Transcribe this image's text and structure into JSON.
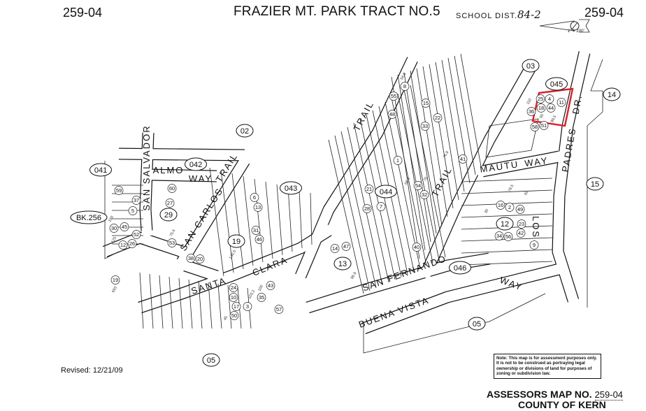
{
  "header": {
    "map_no_left": "259-04",
    "title": "FRAZIER MT. PARK TRACT NO.5",
    "school_label": "SCHOOL DIST.",
    "school_value": "84-2",
    "map_no_right": "259-04",
    "scale": "1\" = 100'",
    "north_arrow_icon": "north-arrow-icon"
  },
  "streets": [
    "TRAIL",
    "SANTA",
    "CLARA",
    "SAN FERNANDO",
    "BUENA VISTA",
    "WAY",
    "TRAIL",
    "MAUTU",
    "WAY",
    "LOS",
    "PADRES",
    "DR.",
    "SAN CARLOS",
    "TRAIL",
    "SAN SALVADOR",
    "ALMO",
    "WAY"
  ],
  "blocks": [
    "02",
    "03",
    "05",
    "05",
    "14",
    "15",
    "041",
    "042",
    "043",
    "044",
    "045",
    "046",
    "BK.256",
    "19",
    "13",
    "12",
    "29"
  ],
  "lots": [
    "26",
    "27",
    "28",
    "1",
    "2",
    "3",
    "4",
    "5",
    "6",
    "7",
    "8",
    "9",
    "10",
    "11",
    "12",
    "13",
    "14",
    "15",
    "16",
    "17",
    "18",
    "19",
    "20",
    "21",
    "22",
    "23",
    "24",
    "25",
    "30",
    "31",
    "32",
    "33",
    "34",
    "35",
    "36",
    "37",
    "38",
    "40",
    "41",
    "42",
    "43",
    "44",
    "45",
    "46",
    "47",
    "48",
    "49",
    "50",
    "51",
    "52",
    "53",
    "54",
    "55",
    "56",
    "57",
    "58",
    "59",
    "60"
  ],
  "dimensions": [
    "70",
    "60",
    "100",
    "50",
    "125",
    "75.6",
    "68.4",
    "54.5",
    "78.5",
    "103.2",
    "99.5",
    "693",
    "140.5",
    "86.8",
    "76.8",
    "30",
    "45",
    "110",
    "150"
  ],
  "highlight_color": "#d9202a",
  "revised": "Revised: 12/21/09",
  "note": "Note: This map is for assessment purposes only. It is not to be construed as portraying legal ownership or divisions of land for purposes of zoning or subdivision law.",
  "footer": {
    "assessors_label": "ASSESSORS MAP NO.",
    "assessors_value": "259-04",
    "county": "COUNTY OF KERN"
  }
}
